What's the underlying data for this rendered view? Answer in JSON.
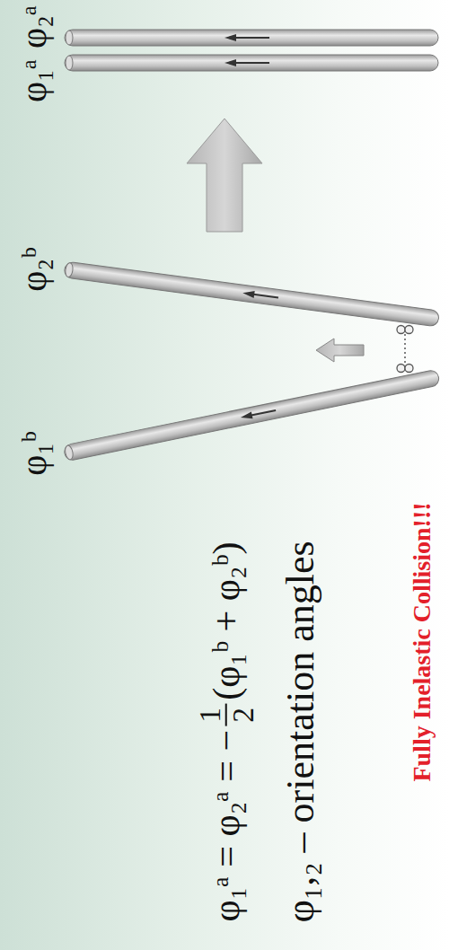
{
  "diagram": {
    "labels": [
      "φ₁ᵇ",
      "φ₂ᵇ",
      "φ₁ᵃ",
      "φ₂ᵃ",
      "φ₁ᵃ = φ₂ᵃ = −",
      "1",
      "2",
      "(φ₁ᵇ + φ₂ᵇ)",
      "φ₁,₂ – orientation angles",
      "Fully Inelastic Collision!!!"
    ]
  }
}
